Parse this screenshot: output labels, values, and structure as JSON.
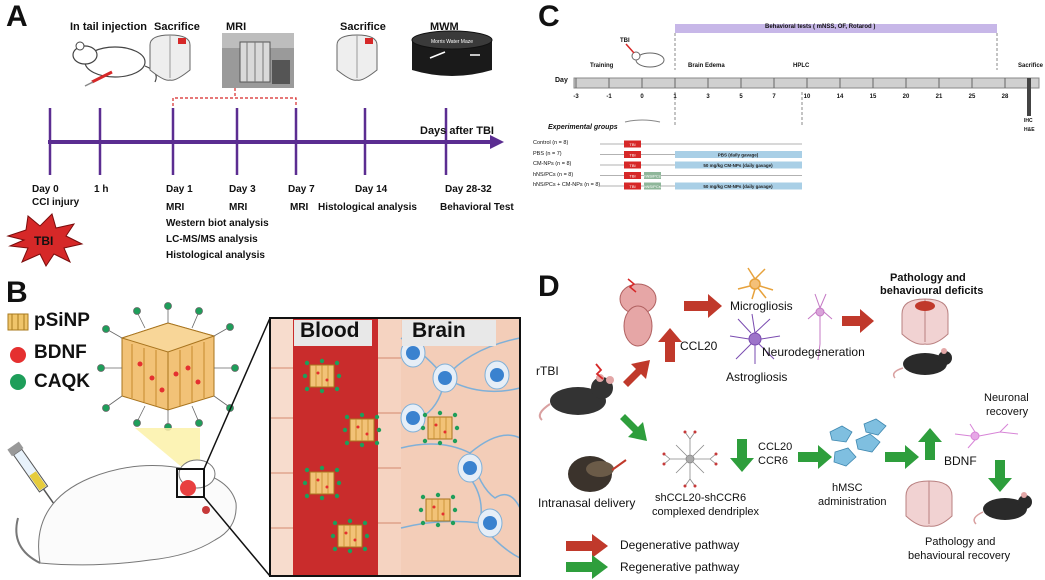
{
  "panel_a": {
    "letter": "A",
    "top_labels": [
      "In tail injection",
      "Sacrifice",
      "MRI",
      "Sacrifice",
      "MWM"
    ],
    "tank_label": "Morris Water Maze",
    "axis_label": "Days after TBI",
    "ticks": [
      {
        "day": "Day 0",
        "lines": [
          "CCI injury"
        ]
      },
      {
        "day": "1 h",
        "lines": []
      },
      {
        "day": "Day 1",
        "lines": [
          "MRI",
          "Western biot analysis",
          "LC-MS/MS analysis",
          "Histological analysis"
        ]
      },
      {
        "day": "Day 3",
        "lines": [
          "MRI"
        ]
      },
      {
        "day": "Day 7",
        "lines": [
          "MRI"
        ]
      },
      {
        "day": "Day 14",
        "lines": [
          "Histological analysis"
        ]
      },
      {
        "day": "Day 28-32",
        "lines": [
          "Behavioral Test"
        ]
      }
    ],
    "badge": "TBI"
  },
  "panel_b": {
    "letter": "B",
    "legend": [
      "pSiNP",
      "BDNF",
      "CAQK"
    ],
    "blood_label": "Blood",
    "brain_label": "Brain"
  },
  "panel_c": {
    "letter": "C",
    "behavior_banner": "Behavioral tests ( mNSS, OF, Rotarod )",
    "tbi_label": "TBI",
    "training": "Training",
    "brain_edema": "Brain Edema",
    "hplc": "HPLC",
    "sacrifice": "Sacrifice",
    "day_label": "Day",
    "days": [
      "-3",
      "-1",
      "0",
      "1",
      "3",
      "5",
      "7",
      "10",
      "14",
      "15",
      "20",
      "21",
      "25",
      "28"
    ],
    "ihc": "IHC",
    "he": "H&E",
    "groups_title": "Experimental groups",
    "groups": [
      {
        "name": "Control",
        "n": "(n = 8)",
        "tags": [
          "TBI"
        ],
        "bar": ""
      },
      {
        "name": "PBS",
        "n": "(n = 7)",
        "tags": [
          "TBI"
        ],
        "bar": "PBS (daily gavage)"
      },
      {
        "name": "CM-NPs",
        "n": "(n = 8)",
        "tags": [
          "TBI"
        ],
        "bar": "50 mg/kg CM-NPs (daily gavage)"
      },
      {
        "name": "hNS/PCs",
        "n": "(n = 8)",
        "tags": [
          "TBI",
          "hNS/PCs"
        ],
        "bar": ""
      },
      {
        "name": "hNS/PCs + CM-NPs",
        "n": "(n = 8)",
        "tags": [
          "TBI",
          "hNS/PCs"
        ],
        "bar": "50 mg/kg CM-NPs (daily gavage)"
      }
    ]
  },
  "panel_d": {
    "letter": "D",
    "microgliosis": "Microgliosis",
    "neurodegeneration": "Neurodegeneration",
    "astrogliosis": "Astrogliosis",
    "pathology_deficits": [
      "Pathology and",
      "behavioural deficits"
    ],
    "ccl20": "CCL20",
    "rtbi": "rTBI",
    "ccl20_ccr6": [
      "CCL20",
      "CCR6"
    ],
    "bdnf": "BDNF",
    "neuronal_recovery": [
      "Neuronal",
      "recovery"
    ],
    "intranasal": "Intranasal delivery",
    "dendriplex": [
      "shCCL20-shCCR6",
      "complexed dendriplex"
    ],
    "hmsc": [
      "hMSC",
      "administration"
    ],
    "pathology_recovery": [
      "Pathology and",
      "behavioural recovery"
    ],
    "legend": [
      "Degenerative pathway",
      "Regenerative pathway"
    ]
  },
  "colors": {
    "timeline_purple": "#5b2d91",
    "tbi_red": "#d62828",
    "degenerative_red": "#c0392b",
    "regenerative_green": "#2e9e3c",
    "banner_lavender": "#c7b7e8",
    "bar_blue": "#a9cfe6"
  }
}
